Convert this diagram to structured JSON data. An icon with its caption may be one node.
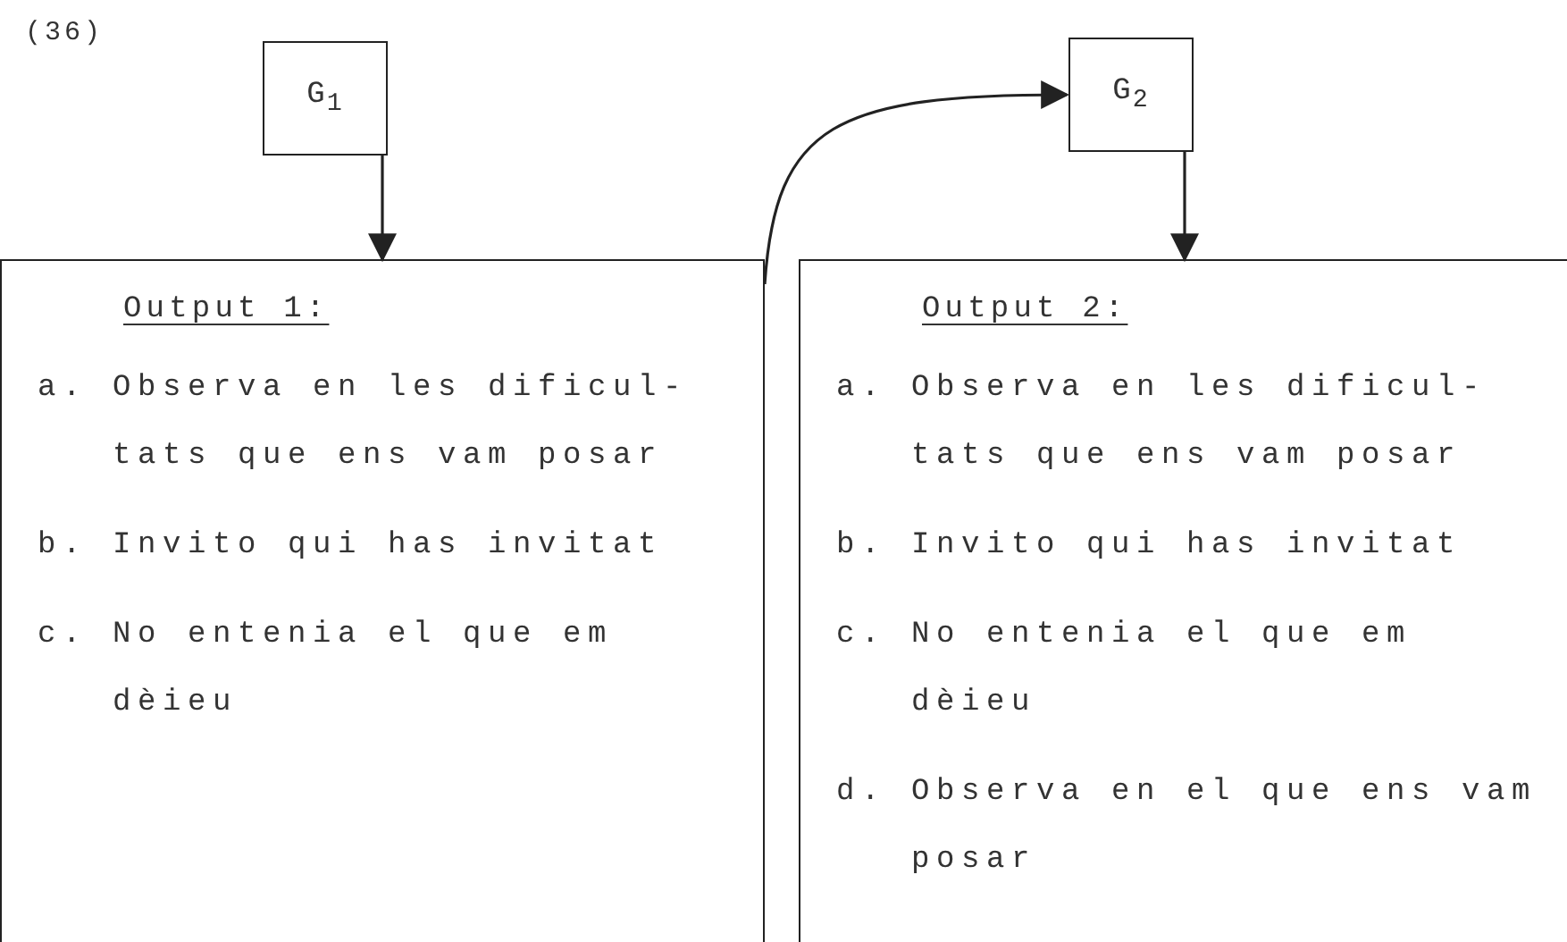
{
  "diagram": {
    "nodes": [
      {
        "text": [
          "G$_{1}$"
        ]
      },
      {
        "text": [
          "G$_{2}$"
        ]
      },
      {
        "text": [
          "Output 1:",
          "a. Observa en les dificul- tats que ens vam posar",
          "b. Invito qui has invitat",
          "c. No entenia el que em dèieu"
        ]
      },
      {
        "text": [
          "Output 2:",
          "a. Observa en les dificul- tats que ens vam posar",
          "b. Invito qui has invitat",
          "c. No entenia el que em dèieu",
          "d. Observa en el que ens vam posar"
        ]
      }
    ],
    "edges": [
      {
        "from": 0,
        "to": 2,
        "arrow": "to"
      },
      {
        "from": 2,
        "to": 1,
        "arrow": "to"
      },
      {
        "from": 1,
        "to": 3,
        "arrow": "to"
      }
    ],
    "labels": [
      "(36)"
    ]
  }
}
